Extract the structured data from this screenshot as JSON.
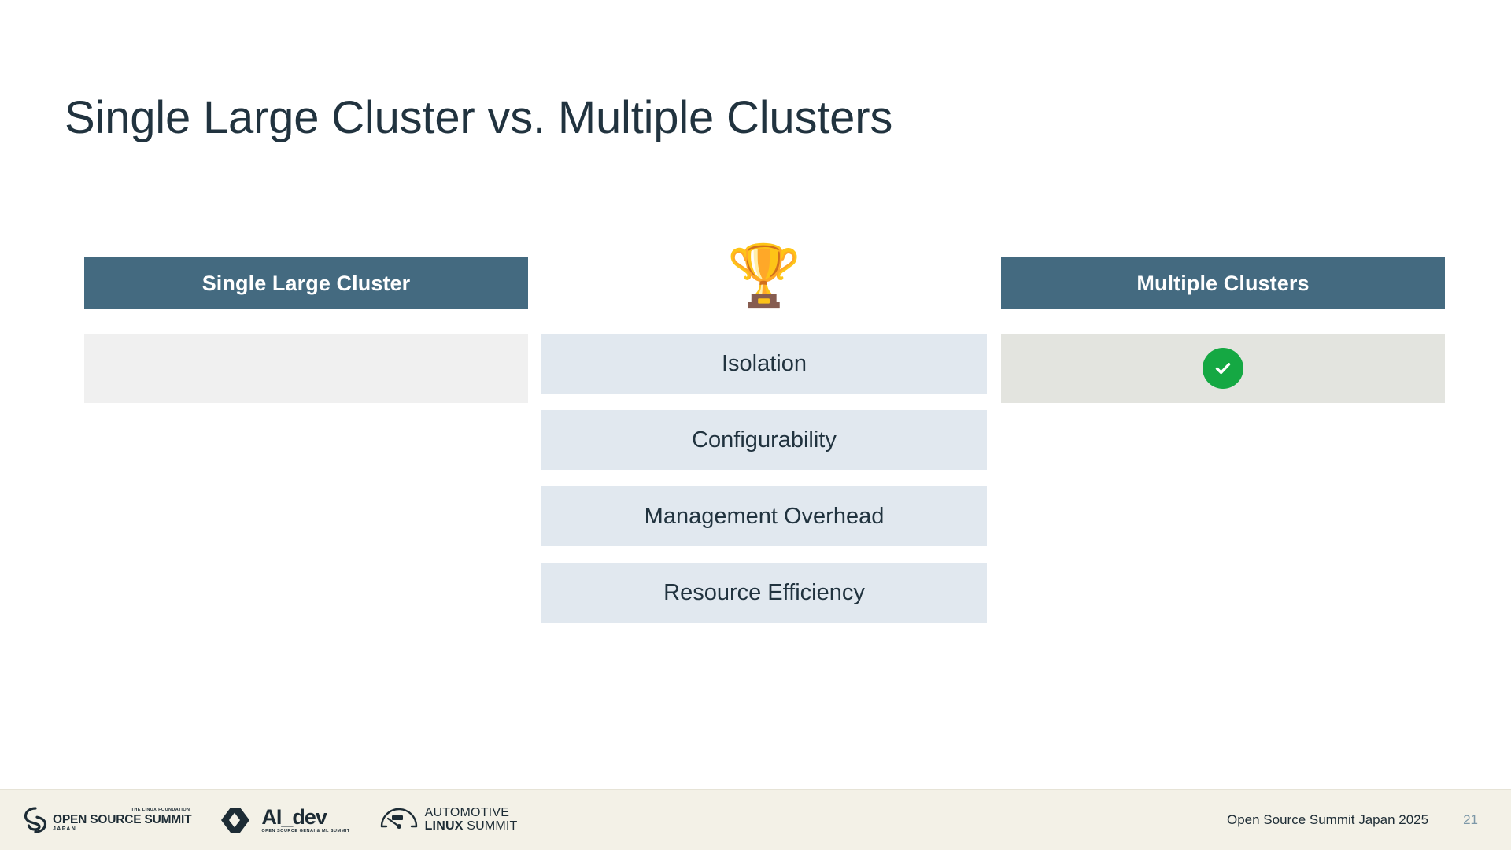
{
  "slide": {
    "title": "Single Large Cluster vs. Multiple Clusters",
    "background_color": "#ffffff",
    "title_color": "#21333f"
  },
  "comparison": {
    "award_icon": "trophy-emoji",
    "award_glyph": "🏆",
    "header_color": "#446a80",
    "left": {
      "header": "Single Large Cluster",
      "cell_color": "#f0f0f0",
      "results": [
        "",
        "",
        "",
        ""
      ]
    },
    "middle": {
      "criteria": [
        "Isolation",
        "Configurability",
        "Management Overhead",
        "Resource Efficiency"
      ],
      "cell_color": "#e1e8ef"
    },
    "right": {
      "header": "Multiple Clusters",
      "cell_color": "#e3e4df",
      "check_color": "#15a843",
      "results": [
        "check",
        "",
        "",
        ""
      ]
    }
  },
  "footer": {
    "background_color": "#f3f1e7",
    "logos": [
      {
        "name": "open-source-summit-japan",
        "top": "THE LINUX FOUNDATION",
        "main": "OPEN SOURCE SUMMIT",
        "sub": "JAPAN"
      },
      {
        "name": "ai-dev",
        "main": "AI_dev",
        "sub": "OPEN SOURCE GENAI & ML SUMMIT"
      },
      {
        "name": "automotive-linux-summit",
        "line1": "AUTOMOTIVE",
        "line2_bold": "LINUX",
        "line2_rest": "SUMMIT"
      }
    ],
    "event": "Open Source Summit Japan 2025",
    "page_number": "21"
  }
}
